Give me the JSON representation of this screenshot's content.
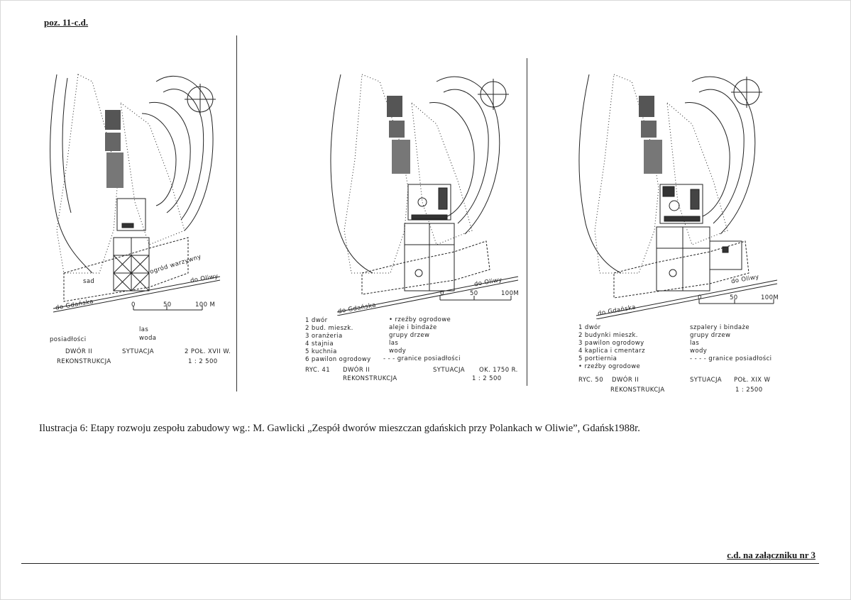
{
  "header": {
    "reference": "poz. 11-c.d."
  },
  "plates": [
    {
      "legend_left": [
        "posiadłości"
      ],
      "legend_right": [
        "las",
        "woda"
      ],
      "map_labels": {
        "sad": "sad",
        "ogrod": "ogród warzywny",
        "gdansk": "do Gdańska",
        "oliwa": "do Oliwy"
      },
      "scale": [
        "0",
        "50",
        "100 M"
      ],
      "title_left": "DWÓR II",
      "title_mid": "SYTUACJA",
      "title_right": "2 POŁ. XVII W.",
      "subtitle_left": "REKONSTRUKCJA",
      "subtitle_right": "1 : 2 500"
    },
    {
      "legend_left": [
        "1  dwór",
        "2  bud. mieszk.",
        "3  oranżeria",
        "4  stajnia",
        "5  kuchnia",
        "6  pawilon ogrodowy"
      ],
      "legend_right": [
        "• rzeźby ogrodowe",
        "aleje i bindaże",
        "grupy drzew",
        "las",
        "wody",
        "- - - granice posiadłości"
      ],
      "map_labels": {
        "gdansk": "do Gdańska",
        "oliwa": "do Oliwy"
      },
      "scale": [
        "0",
        "50",
        "100M"
      ],
      "ryc": "RYC. 41",
      "title_left": "DWÓR II",
      "title_mid": "SYTUACJA",
      "title_right": "OK. 1750 R.",
      "subtitle_left": "REKONSTRUKCJA",
      "subtitle_right": "1 : 2 500"
    },
    {
      "legend_left": [
        "1  dwór",
        "2  budynki mieszk.",
        "3  pawilon ogrodowy",
        "4  kaplica i cmentarz",
        "5  portiernia",
        "•  rzeźby ogrodowe"
      ],
      "legend_right": [
        "szpalery i bindaże",
        "grupy drzew",
        "las",
        "wody",
        "- - - - granice posiadłości"
      ],
      "map_labels": {
        "gdansk": "do Gdańska",
        "oliwa": "do Oliwy"
      },
      "scale": [
        "0",
        "50",
        "100M"
      ],
      "ryc": "RYC. 50",
      "title_left": "DWÓR II",
      "title_mid": "SYTUACJA",
      "title_right": "POŁ. XIX W",
      "subtitle_left": "REKONSTRUKCJA",
      "subtitle_right": "1 : 2500"
    }
  ],
  "caption": "Ilustracja 6: Etapy rozwoju zespołu zabudowy wg.: M. Gawlicki „Zespół dworów mieszczan gdańskich przy Polankach w Oliwie”, Gdańsk1988r.",
  "footer": {
    "note": "c.d. na załączniku nr 3"
  }
}
